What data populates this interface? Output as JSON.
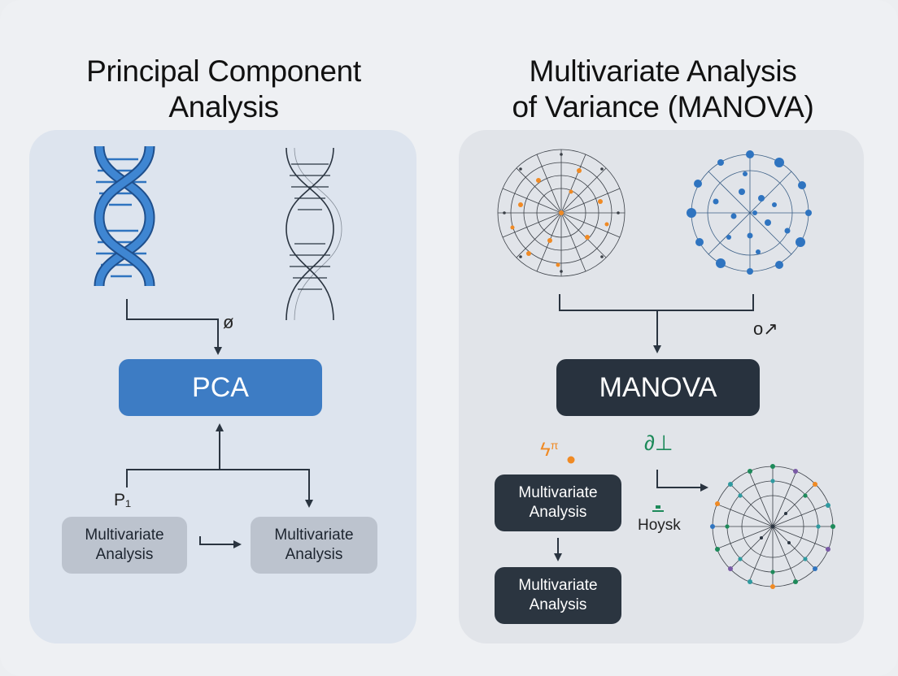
{
  "left": {
    "title_line1": "Principal Component",
    "title_line2": "Analysis",
    "center_box": "PCA",
    "symbol_phi": "ø",
    "label_p1": "P₁",
    "box_a_line1": "Multivariate",
    "box_a_line2": "Analysis",
    "box_b_line1": "Multivariate",
    "box_b_line2": "Analysis",
    "icons": [
      "dna-helix-filled-icon",
      "dna-helix-outline-icon"
    ]
  },
  "right": {
    "title_line1": "Multivariate Analysis",
    "title_line2": "of Variance (MANOVA)",
    "center_box": "MANOVA",
    "symbol_male": "o↗",
    "symbol_orange": "ϟ",
    "symbol_orange_sub": "π",
    "symbol_green": "∂⊥",
    "label_hoysk": "Hoysk",
    "box_a_line1": "Multivariate",
    "box_a_line2": "Analysis",
    "box_b_line1": "Multivariate",
    "box_b_line2": "Analysis",
    "icons": [
      "radial-network-orange-icon",
      "radial-network-blue-icon",
      "radial-network-multicolor-icon"
    ]
  },
  "colors": {
    "pca_blue": "#3d7cc4",
    "manova_dark": "#28323e",
    "grey_box": "#bcc3ce",
    "accent_orange": "#f08a24",
    "accent_green": "#1d8a5a",
    "node_blue": "#2f74c0"
  }
}
